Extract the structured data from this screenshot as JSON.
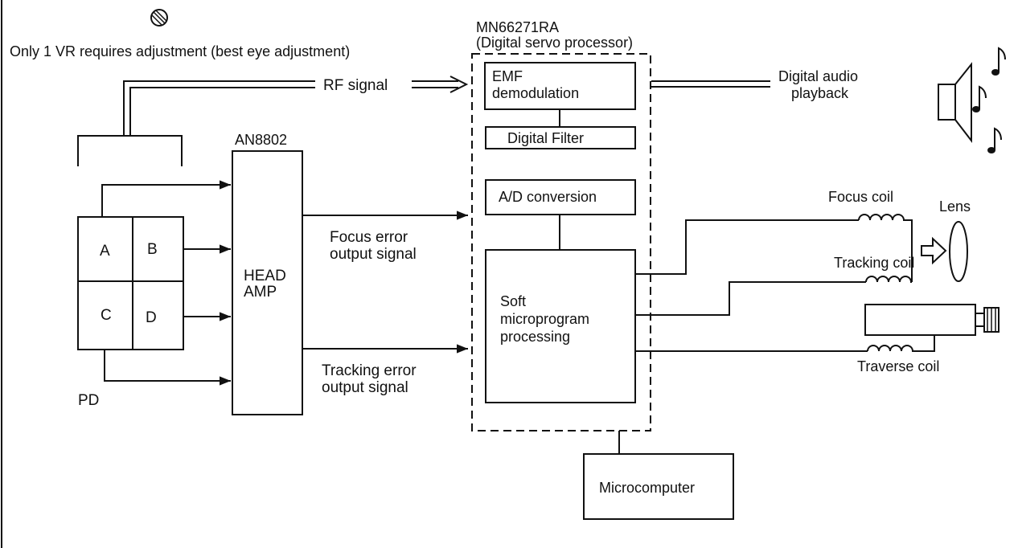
{
  "header": {
    "note": "Only 1 VR requires adjustment (best eye adjustment)"
  },
  "processor": {
    "part_number": "MN66271RA",
    "description": "(Digital servo processor)",
    "blocks": {
      "emf_line1": "EMF",
      "emf_line2": "demodulation",
      "digital_filter": "Digital Filter",
      "ad_conversion": "A/D conversion",
      "soft_line1": "Soft",
      "soft_line2": "microprogram",
      "soft_line3": "processing"
    }
  },
  "signals": {
    "rf": "RF signal",
    "digital_audio_line1": "Digital audio",
    "digital_audio_line2": "playback",
    "focus_error_line1": "Focus error",
    "focus_error_line2": "output signal",
    "tracking_error_line1": "Tracking error",
    "tracking_error_line2": "output signal"
  },
  "head_amp": {
    "part_number": "AN8802",
    "line1": "HEAD",
    "line2": "AMP"
  },
  "photodiode": {
    "label": "PD",
    "cells": [
      "A",
      "B",
      "C",
      "D"
    ]
  },
  "actuators": {
    "focus_coil": "Focus coil",
    "tracking_coil": "Tracking coil",
    "traverse_coil": "Traverse coil",
    "lens": "Lens"
  },
  "microcomputer": "Microcomputer",
  "icons": [
    "no-adjust-symbol-icon",
    "speaker-icon",
    "music-note-icon",
    "motor-icon",
    "arrow-icon",
    "lens-icon"
  ]
}
